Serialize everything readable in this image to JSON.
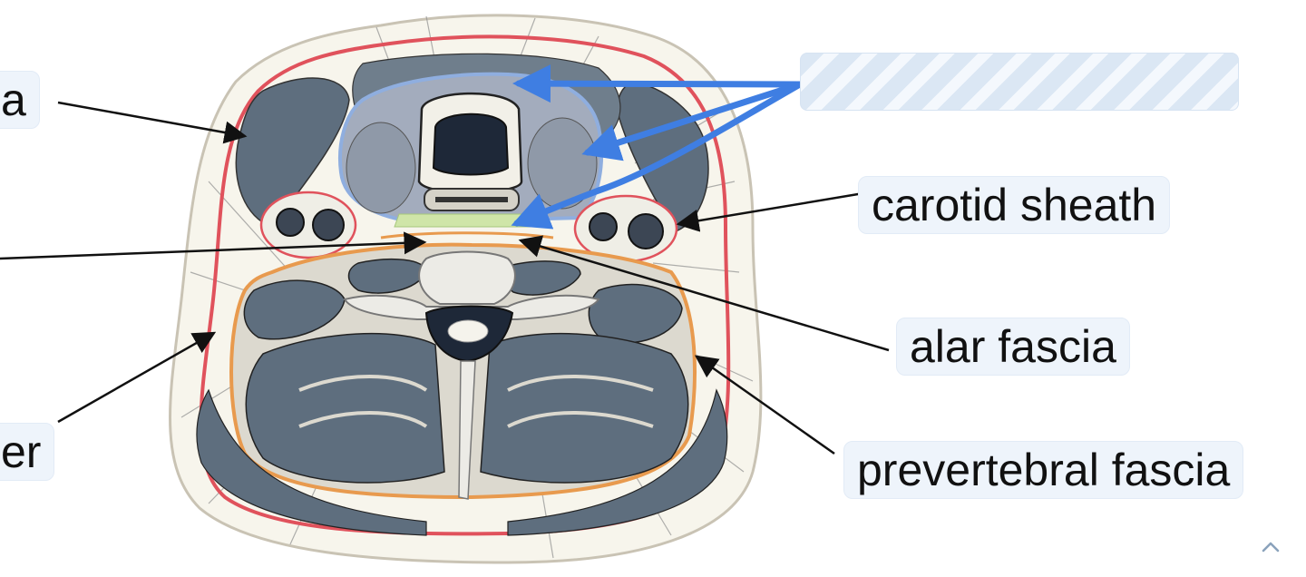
{
  "labels": {
    "left_top_partial": "a",
    "left_bottom_partial": "er",
    "carotid_sheath": "carotid sheath",
    "alar_fascia": "alar fascia",
    "prevertebral_fascia": "prevertebral fascia"
  },
  "hidden_label": {
    "state": "masked"
  },
  "icons": {
    "collapse": "chevron-up-icon"
  },
  "colors": {
    "muscle": "#5e6e7e",
    "investing_fascia": "#e0525c",
    "prevertebral_fascia": "#e89a4e",
    "pretracheal_fascia": "#8faedf",
    "annotation_blue": "#3f7ee2",
    "label_bg": "#eef4fb"
  }
}
